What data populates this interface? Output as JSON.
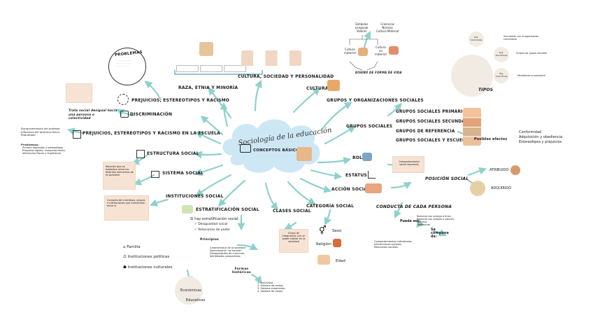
{
  "central": {
    "title": "Sociología de la educación",
    "subtitle": "CONCEPTOS BÁSICOS"
  },
  "colors": {
    "cloud": "#cde7f5",
    "arrow": "#8fd1cd",
    "note": "#f6e3d4",
    "circle": "#f1ebe3",
    "check": "#2fa84f"
  },
  "topics": {
    "problemas": "PROBLEMAS",
    "raza": "RAZA, ETNIA Y MINORÍA",
    "cultura_sociedad": "CULTURA, SOCIEDAD Y PERSONALIDAD",
    "cultura": "CULTURA",
    "prejuicios": "PREJUICIOS, ESTEREOTIPOS Y RACISMO",
    "discriminacion": "DISCRIMINACIÓN",
    "prejuicios_escuela": "PREJUICIOS, ESTEREOTIPOS Y RACISMO EN LA ESCUELA",
    "estructura": "ESTRUCTURA SOCIAL",
    "sistema": "SISTEMA SOCIAL",
    "instituciones": "INSTITUCIONES SOCIAL",
    "estratificacion": "ESTRATIFICACIÓN SOCIAL",
    "clases": "CLASES SOCIAL",
    "categoria": "CATEGORÍA SOCIAL",
    "grupos_org": "GRUPOS Y ORGANIZACIONES SOCIALES",
    "grupos": "GRUPOS SOCIALES",
    "rol": "ROL",
    "estatus": "ESTATUS",
    "accion": "ACCIÓN SOCIAL"
  },
  "trato_social": "Trato social desigual hacia una persona o colectividad",
  "sociocomentario": "Sociocomentario del profesor. Influencia del atractivo físico. Etiquetado",
  "problemas_label": "Problemas:",
  "problemas_items": [
    "Primera impresión y estereotipos",
    "Etiquetas rígidas, comportamiento, diferencias físicas y lingüísticas"
  ],
  "cultura_tree": {
    "simbolos": [
      "Símbolos",
      "Lenguaje",
      "Valores"
    ],
    "creencias": [
      "Creencias",
      "Normas",
      "Cultura Material"
    ],
    "material": [
      "Cultura",
      "material"
    ],
    "no_material": [
      "Cultura",
      "no",
      "material"
    ],
    "diseno": "DISEÑO DE FORMA DE VIDA"
  },
  "tipos": {
    "label": "TIPOS",
    "orgs": [
      {
        "name": "Org. Comunales",
        "desc": "Vinculación con la organización comunitaria"
      },
      {
        "name": "Org. Voluntarias",
        "desc": "Grupos por propia voluntad"
      },
      {
        "name": "Org. Coercitivas",
        "desc": "Membresía no voluntaria"
      }
    ]
  },
  "grupos": {
    "items": [
      "GRUPOS SOCIALES PRIMARIOS",
      "GRUPOS SOCIALES SECUNDARIOS",
      "GRUPOS DE REFERENCIA",
      "GRUPOS SOCIALES Y ESCUELA"
    ],
    "efectos_label": "Posibles efectos",
    "efectos": [
      "Conformidad",
      "Adquisición y obediencia",
      "Estereotipos y prejuicios"
    ]
  },
  "rol_note": "Comportamiento social esperado",
  "posicion": {
    "title": "POSICIÓN SOCIAL",
    "atribuido": "ATRIBUIDO",
    "adquirido": "ADQUIRIDO"
  },
  "conducta": {
    "title": "CONDUCTA DE CADA PERSONA",
    "puede_ser": "Puede ser",
    "tipos": [
      "Racional con arreglo a fines.",
      "Racional con arreglo a valores.",
      "Afectiva.",
      "Tradicional."
    ],
    "se_compone": "Se compone de:",
    "componentes": [
      "Comportamientos individuales.",
      "Interacciones sociales.",
      "Relaciones sociales."
    ]
  },
  "categoria": {
    "items": [
      "Sexo",
      "Religión",
      "Edad"
    ]
  },
  "clases_note": "Grupo de integrantes con un poder similar en la sociedad",
  "estratificacion": {
    "si_hay": "Si hay estratificación social:",
    "checks": [
      "Desigualdad social",
      "Relaciones de poder"
    ],
    "principios_label": "Principios",
    "principios": [
      "Característica de la sociedad.",
      "Normalmente \"se hereda\".",
      "Desigualdades de creencias.",
      "Identidades compartidas."
    ],
    "formas_label": [
      "Formas",
      "históricas"
    ],
    "formas": [
      "1. Esclavitud.",
      "2. Sistema de castas.",
      "3. Sistema estamental.",
      "4. Sistema de clases."
    ]
  },
  "instituciones": {
    "items": [
      "Familia",
      "Instituciones políticas",
      "Instituciones culturales"
    ],
    "economicas": "Económicas",
    "educativas": "Educativas"
  },
  "sistema_note": "Conjunto de individuos, grupos e instituciones que interactúan entre sí",
  "estructura_note": "Relación que se establece entre los distintos elementos de la sociedad"
}
